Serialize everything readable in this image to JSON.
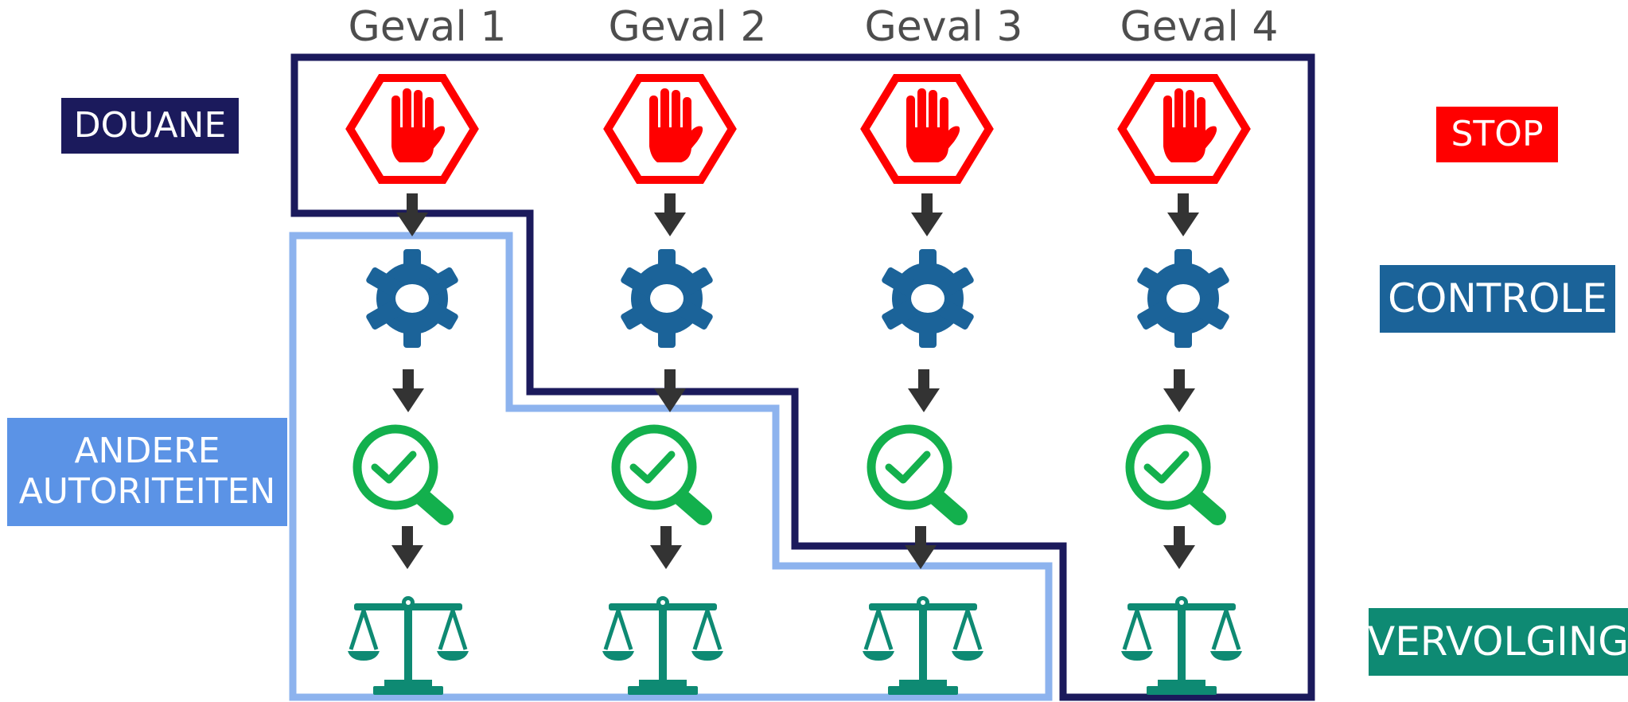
{
  "columns": [
    "Geval 1",
    "Geval 2",
    "Geval 3",
    "Geval 4"
  ],
  "labels": {
    "douane": "DOUANE",
    "andere_line1": "ANDERE",
    "andere_line2": "AUTORITEITEN",
    "stop": "STOP",
    "controle": "CONTROLE",
    "vervolging": "VERVOLGING"
  },
  "colors": {
    "douane": "#1b1a5c",
    "andere": "#5b93e6",
    "andere_outline": "#8db3ee",
    "stop": "#ff0000",
    "controle": "#1b6399",
    "check": "#13b04d",
    "vervolging": "#0e8a73",
    "arrow": "#333333",
    "title_text": "#4d4d4d"
  },
  "icons": [
    "stop-hand-icon",
    "gear-icon",
    "magnifier-check-icon",
    "scales-icon"
  ]
}
